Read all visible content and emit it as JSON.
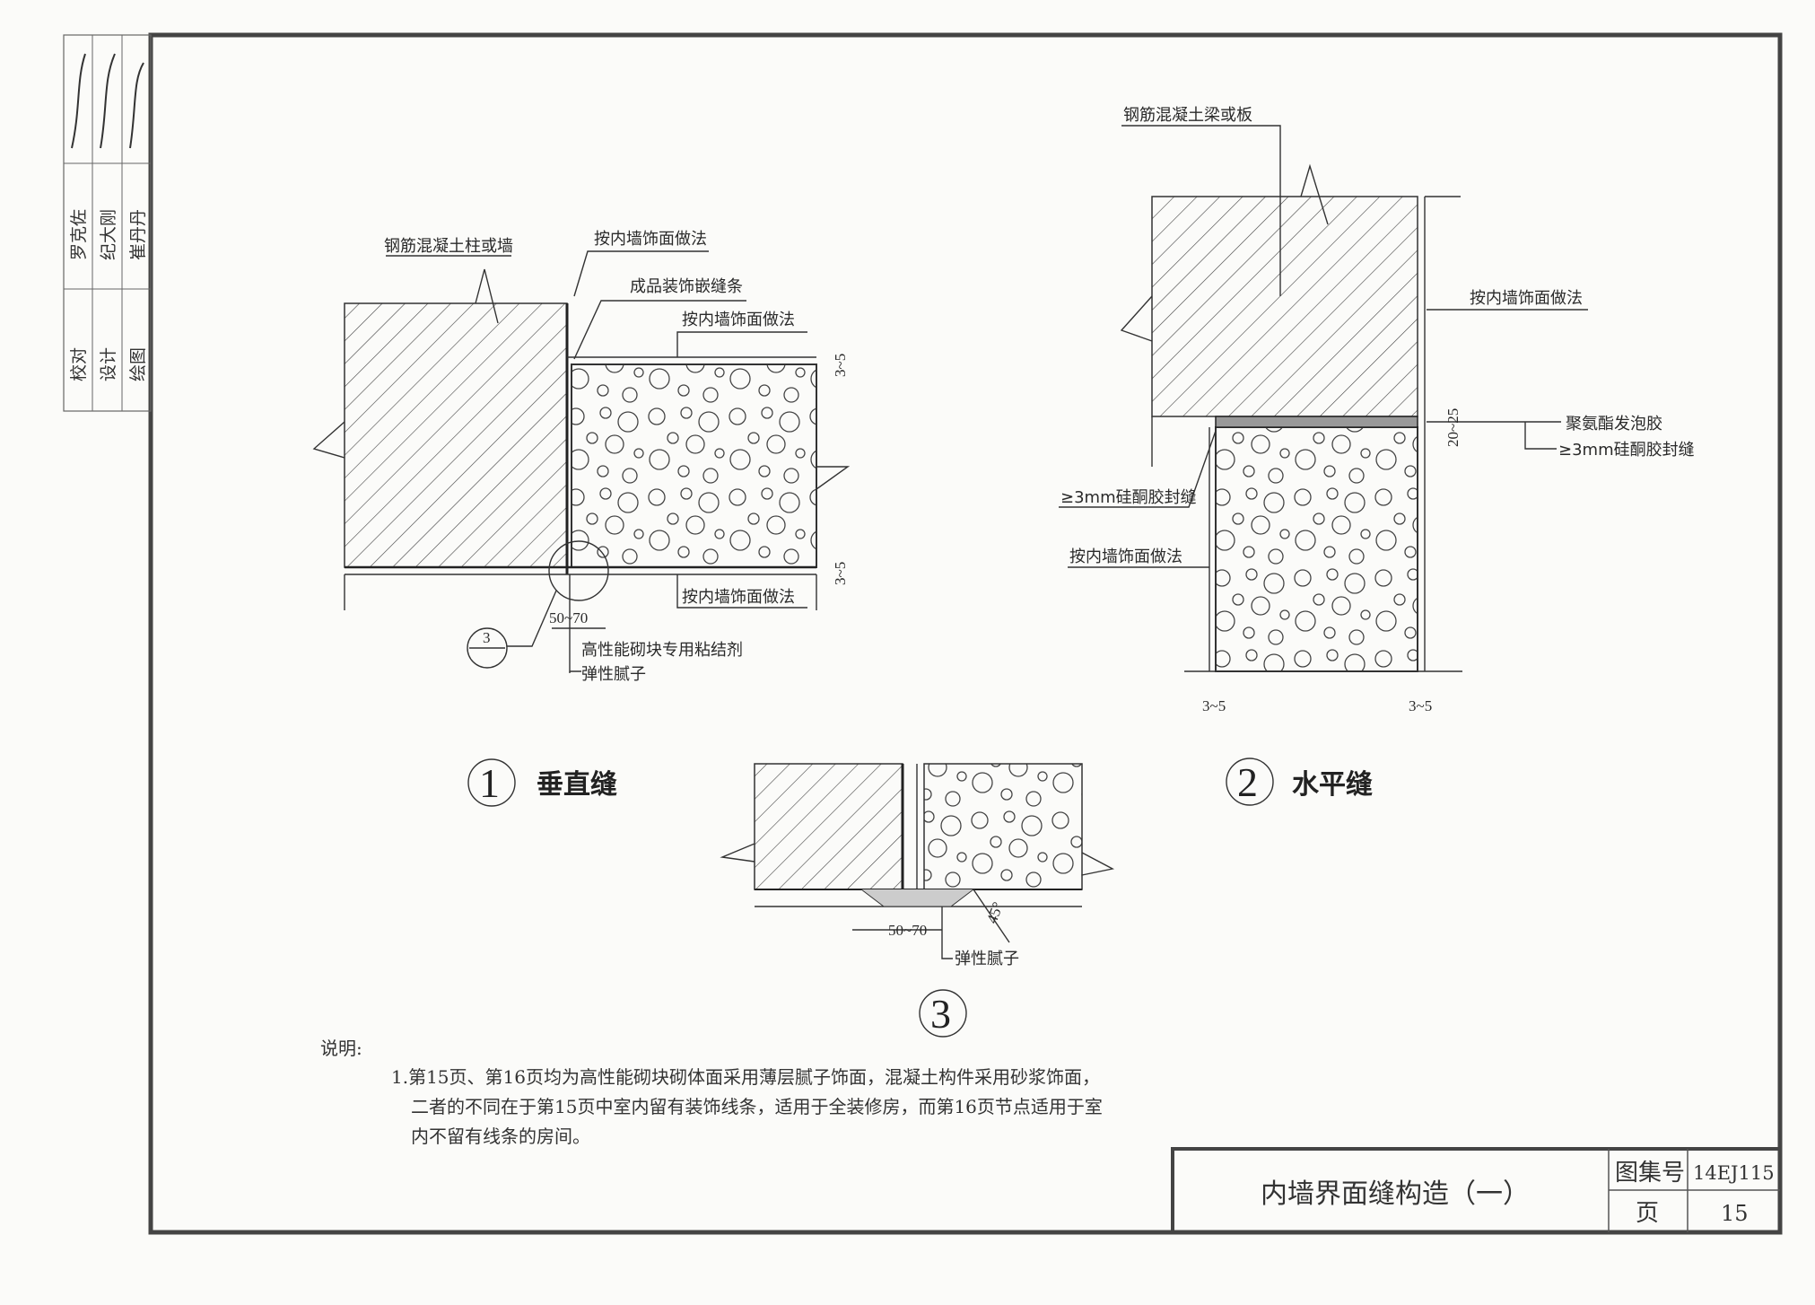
{
  "signature_block": {
    "roles": [
      "校对",
      "设计",
      "绘图"
    ],
    "names": [
      "罗克佐",
      "纪大刚",
      "崔丹丹"
    ]
  },
  "detail1": {
    "number": "1",
    "title": "垂直缝",
    "labels": {
      "concrete": "钢筋混凝土柱或墙",
      "finish_top": "按内墙饰面做法",
      "strip": "成品装饰嵌缝条",
      "finish_right": "按内墙饰面做法",
      "finish_bottom": "按内墙饰面做法",
      "adhesive": "高性能砌块专用粘结剂",
      "putty": "弹性腻子",
      "dim_width": "50~70",
      "dim_top": "3~5",
      "dim_bottom": "3~5",
      "ref_detail": "3"
    }
  },
  "detail2": {
    "number": "2",
    "title": "水平缝",
    "labels": {
      "concrete": "钢筋混凝土梁或板",
      "finish_right": "按内墙饰面做法",
      "foam": "聚氨酯发泡胶",
      "sealant_right": "≥3mm硅酮胶封缝",
      "sealant_left": "≥3mm硅酮胶封缝",
      "finish_left": "按内墙饰面做法",
      "dim_gap": "20~25",
      "dim_left": "3~5",
      "dim_right": "3~5"
    }
  },
  "detail3": {
    "number": "3",
    "labels": {
      "dim_width": "50~70",
      "angle": "45°",
      "putty": "弹性腻子"
    }
  },
  "notes": {
    "heading": "说明:",
    "lines": [
      "1.第15页、第16页均为高性能砌块砌体面采用薄层腻子饰面，混凝土构件采用砂浆饰面，",
      "二者的不同在于第15页中室内留有装饰线条，适用于全装修房，而第16页节点适用于室",
      "内不留有线条的房间。"
    ]
  },
  "title_block": {
    "title": "内墙界面缝构造（一）",
    "atlas_label": "图集号",
    "atlas_value": "14EJ115",
    "page_label": "页",
    "page_value": "15"
  }
}
